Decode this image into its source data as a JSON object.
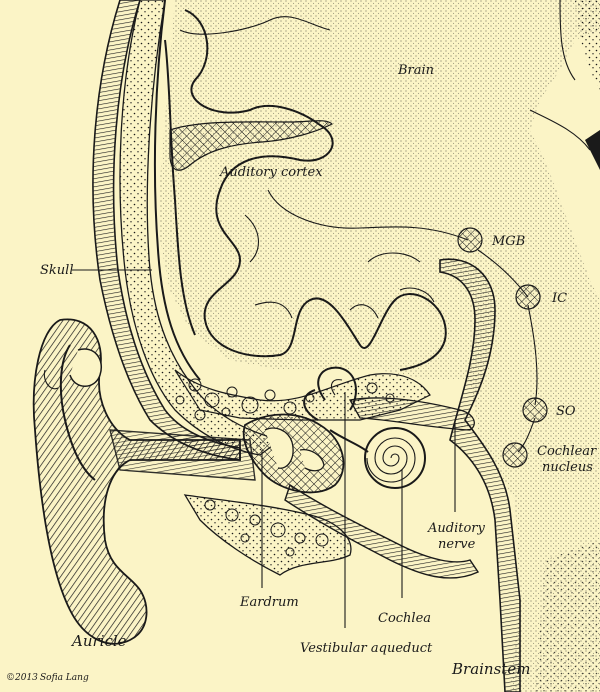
{
  "colors": {
    "background": "#fbf4c6",
    "ink": "#1a1a1a",
    "bone": "#f3e7b4"
  },
  "labels": {
    "brain": "Brain",
    "auditory_cortex": "Auditory cortex",
    "mgb": "MGB",
    "ic": "IC",
    "so": "SO",
    "cochlear_nucleus_line1": "Cochlear",
    "cochlear_nucleus_line2": "nucleus",
    "skull": "Skull",
    "auditory_nerve_line1": "Auditory",
    "auditory_nerve_line2": "nerve",
    "eardrum": "Eardrum",
    "cochlea": "Cochlea",
    "vestibular_aqueduct": "Vestibular aqueduct",
    "auricle": "Auricle",
    "brainstem": "Brainstem"
  },
  "credit": {
    "copyright": "©2013",
    "signature": "Sofia Lang"
  }
}
